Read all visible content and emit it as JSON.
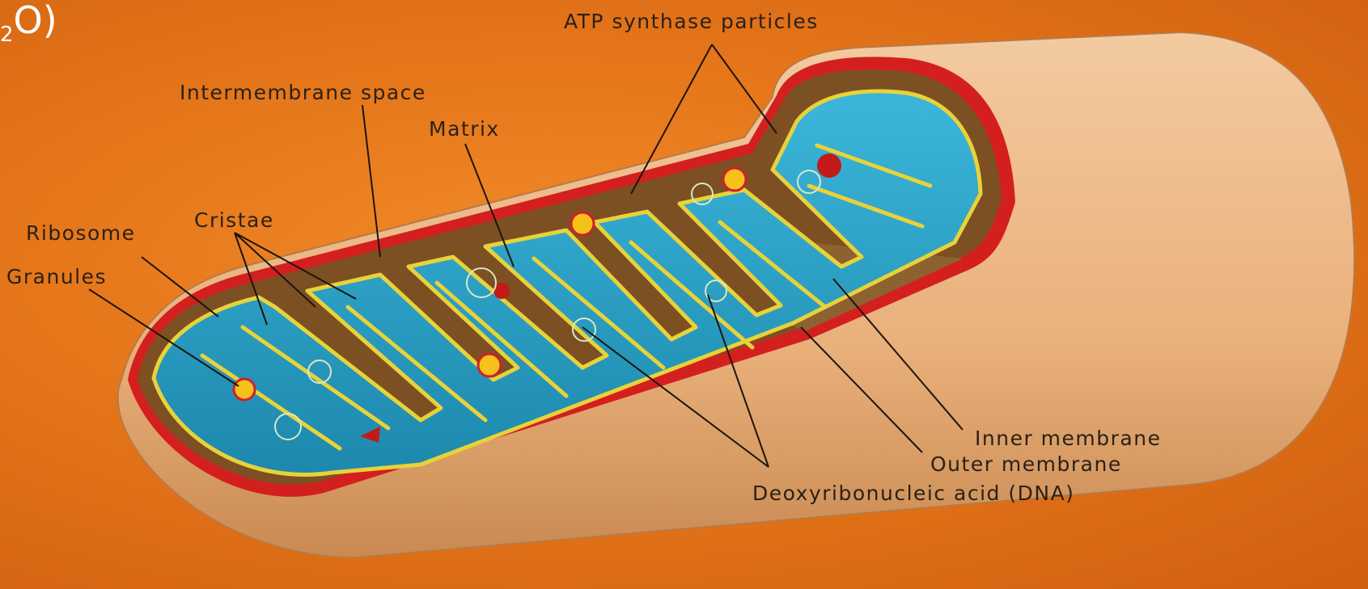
{
  "title_fragment": {
    "subscript": "2",
    "text": "O)"
  },
  "labels": {
    "atp": "ATP synthase particles",
    "intermembrane": "Intermembrane space",
    "matrix": "Matrix",
    "cristae": "Cristae",
    "ribosome": "Ribosome",
    "granules": "Granules",
    "inner": "Inner membrane",
    "outer": "Outer membrane",
    "dna": "Deoxyribonucleic acid (DNA)"
  },
  "colors": {
    "background": "#e5761a",
    "outer_shell": "#ecb785",
    "outer_membrane": "#d41f1f",
    "intermembrane": "#7c5023",
    "matrix": "#2aa3c9",
    "inner_membrane": "#e8d23a",
    "granule": "#f5c21b",
    "label_text": "#2a2118"
  }
}
